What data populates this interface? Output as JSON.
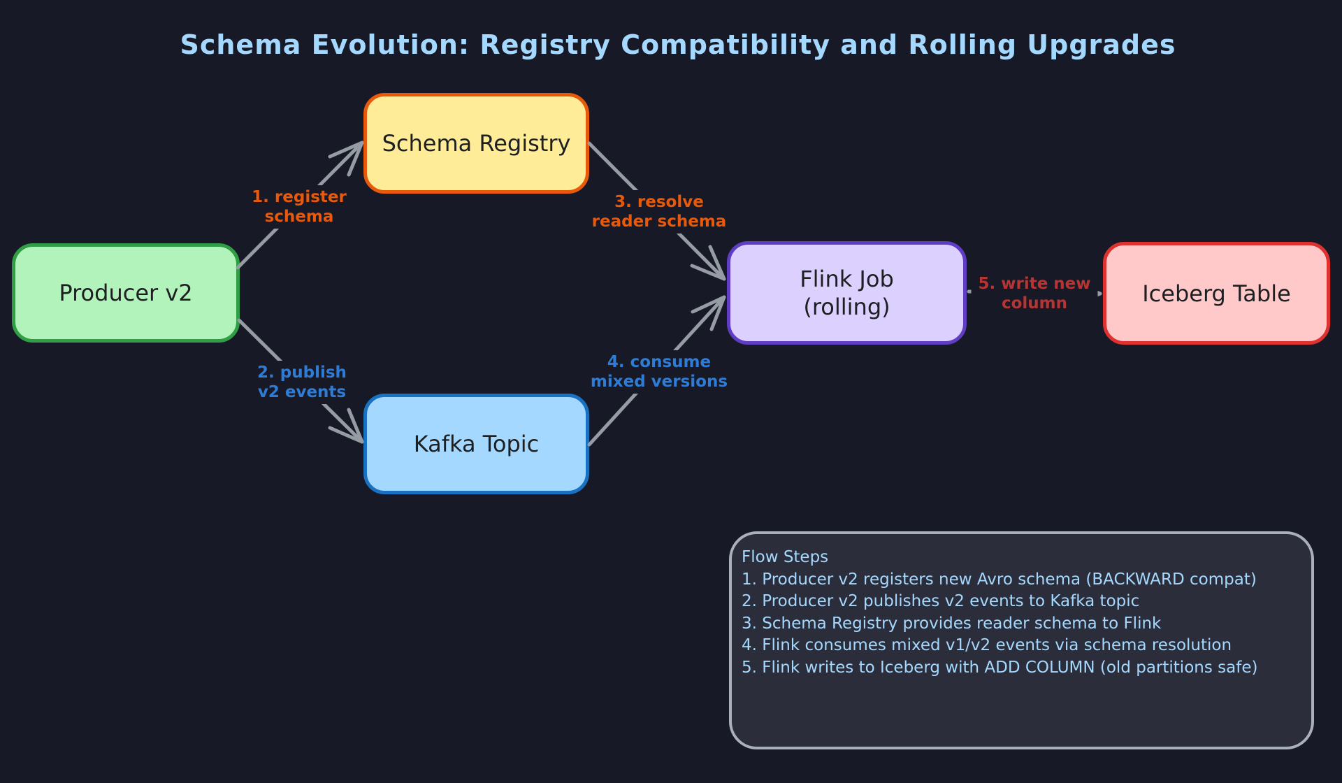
{
  "title": "Schema Evolution: Registry Compatibility and Rolling Upgrades",
  "nodes": {
    "producer": {
      "label": "Producer v2"
    },
    "schema_registry": {
      "label": "Schema Registry"
    },
    "kafka_topic": {
      "label": "Kafka Topic"
    },
    "flink_job": {
      "line1": "Flink Job",
      "line2": "(rolling)"
    },
    "iceberg_table": {
      "label": "Iceberg Table"
    }
  },
  "edge_labels": {
    "register_schema": {
      "line1": "1. register",
      "line2": "schema"
    },
    "publish_events": {
      "line1": "2. publish",
      "line2": "v2 events"
    },
    "resolve_schema": {
      "line1": "3. resolve",
      "line2": "reader schema"
    },
    "consume_versions": {
      "line1": "4. consume",
      "line2": "mixed versions"
    },
    "write_column": {
      "line1": "5. write new",
      "line2": "column"
    }
  },
  "flow_steps": {
    "title": "Flow Steps",
    "steps": [
      "1. Producer v2 registers new Avro schema (BACKWARD compat)",
      "2. Producer v2 publishes v2 events to Kafka topic",
      "3. Schema Registry provides reader schema to Flink",
      "4. Flink consumes mixed v1/v2 events via schema resolution",
      "5. Flink writes to Iceberg with ADD COLUMN (old partitions safe)"
    ]
  },
  "colors": {
    "background": "#171a26",
    "title_text": "#a5d8ff",
    "arrow": "#969ca4",
    "producer_fill": "#b2f2bb",
    "producer_border": "#2f9e44",
    "schema_registry_fill": "#ffec99",
    "schema_registry_border": "#e8590c",
    "kafka_fill": "#a5d8ff",
    "kafka_border": "#1971c2",
    "flink_fill": "#dcd0ff",
    "flink_border": "#5f3dc4",
    "iceberg_fill": "#ffc9c9",
    "iceberg_border": "#e03131",
    "label_orange": "#e8590c",
    "label_blue": "#2f7cd6",
    "label_red": "#b53434",
    "flow_box_fill": "#2b2e3a",
    "flow_box_border": "#aab0b9",
    "flow_text": "#a5d8ff"
  }
}
